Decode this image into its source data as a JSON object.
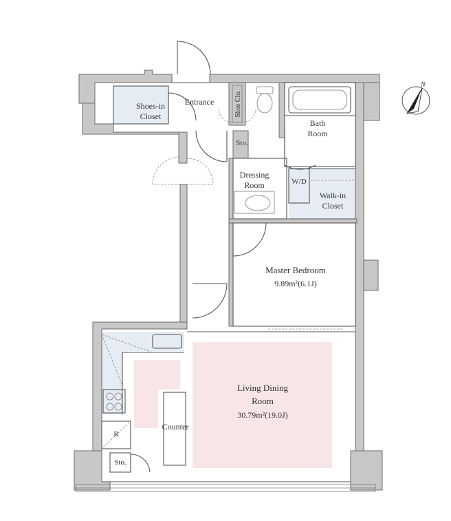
{
  "rooms": {
    "shoes_in_closet": {
      "line1": "Shoes-in",
      "line2": "Closet"
    },
    "entrance": "Entrance",
    "shoe_closet": "Shoe Clo.",
    "storage_entry": "Sto.",
    "bath_room": {
      "line1": "Bath",
      "line2": "Room"
    },
    "dressing_room": {
      "line1": "Dressing",
      "line2": "Room"
    },
    "washer_dryer": "W/D",
    "walk_in_closet": {
      "line1": "Walk-in",
      "line2": "Closet"
    },
    "master_bedroom": {
      "name": "Master Bedroom",
      "area": "9.89m²(6.1J)"
    },
    "living_dining": {
      "line1": "Living Dining",
      "line2": "Room",
      "area": "30.79m²(19.0J)"
    },
    "counter": "Counter",
    "refrigerator": "R",
    "storage_kitchen": "Sto."
  },
  "compass": {
    "label": "N"
  },
  "colors": {
    "wall": "#c8c8c8",
    "closet_fill": "#e6ecf4",
    "living_fill": "#f8e6e6",
    "line": "#555555"
  }
}
